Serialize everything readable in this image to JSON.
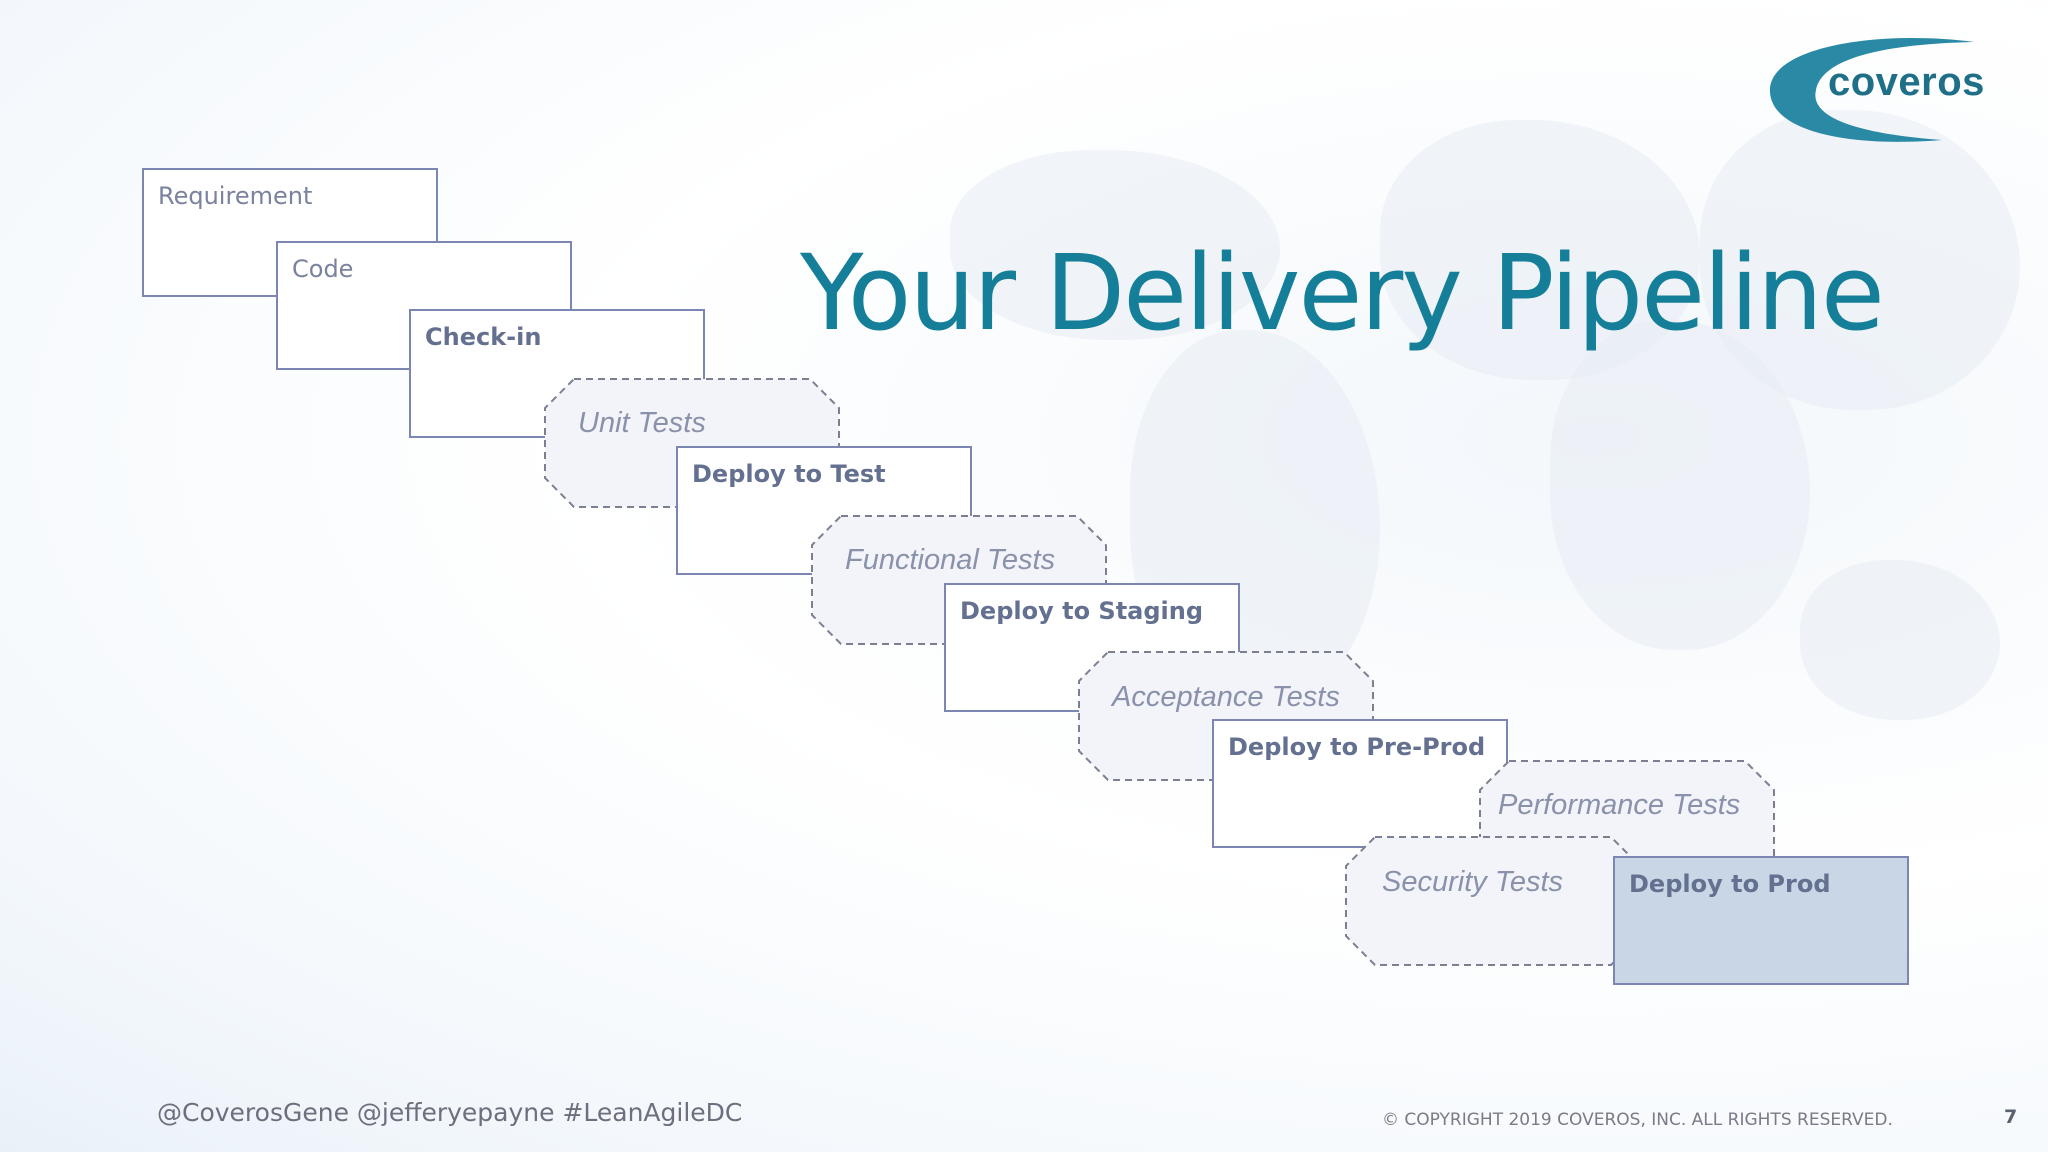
{
  "slide": {
    "title": "Your Delivery Pipeline",
    "page_number": "7"
  },
  "logo": {
    "text": "coveros",
    "color": "#1f6f88"
  },
  "pipeline": {
    "steps": [
      {
        "label": "Requirement",
        "style": "plain"
      },
      {
        "label": "Code",
        "style": "plain"
      },
      {
        "label": "Check-in",
        "style": "bold"
      },
      {
        "label": "Deploy to Test",
        "style": "bold"
      },
      {
        "label": "Deploy to Staging",
        "style": "bold"
      },
      {
        "label": "Deploy to Pre-Prod",
        "style": "bold"
      },
      {
        "label": "Deploy to Prod",
        "style": "bold-filled"
      }
    ],
    "tests": [
      {
        "label": "Unit Tests"
      },
      {
        "label": "Functional Tests"
      },
      {
        "label": "Acceptance Tests"
      },
      {
        "label": "Performance Tests"
      },
      {
        "label": "Security Tests"
      }
    ]
  },
  "footer": {
    "handles": "@CoverosGene @jefferyepayne #LeanAgileDC",
    "copyright": "© COPYRIGHT 2019 COVEROS, INC. ALL RIGHTS RESERVED."
  },
  "colors": {
    "title": "#157e99",
    "box_border": "#7b86b2",
    "final_fill": "#c9d6e6",
    "test_fill": "#f2f4f9"
  }
}
